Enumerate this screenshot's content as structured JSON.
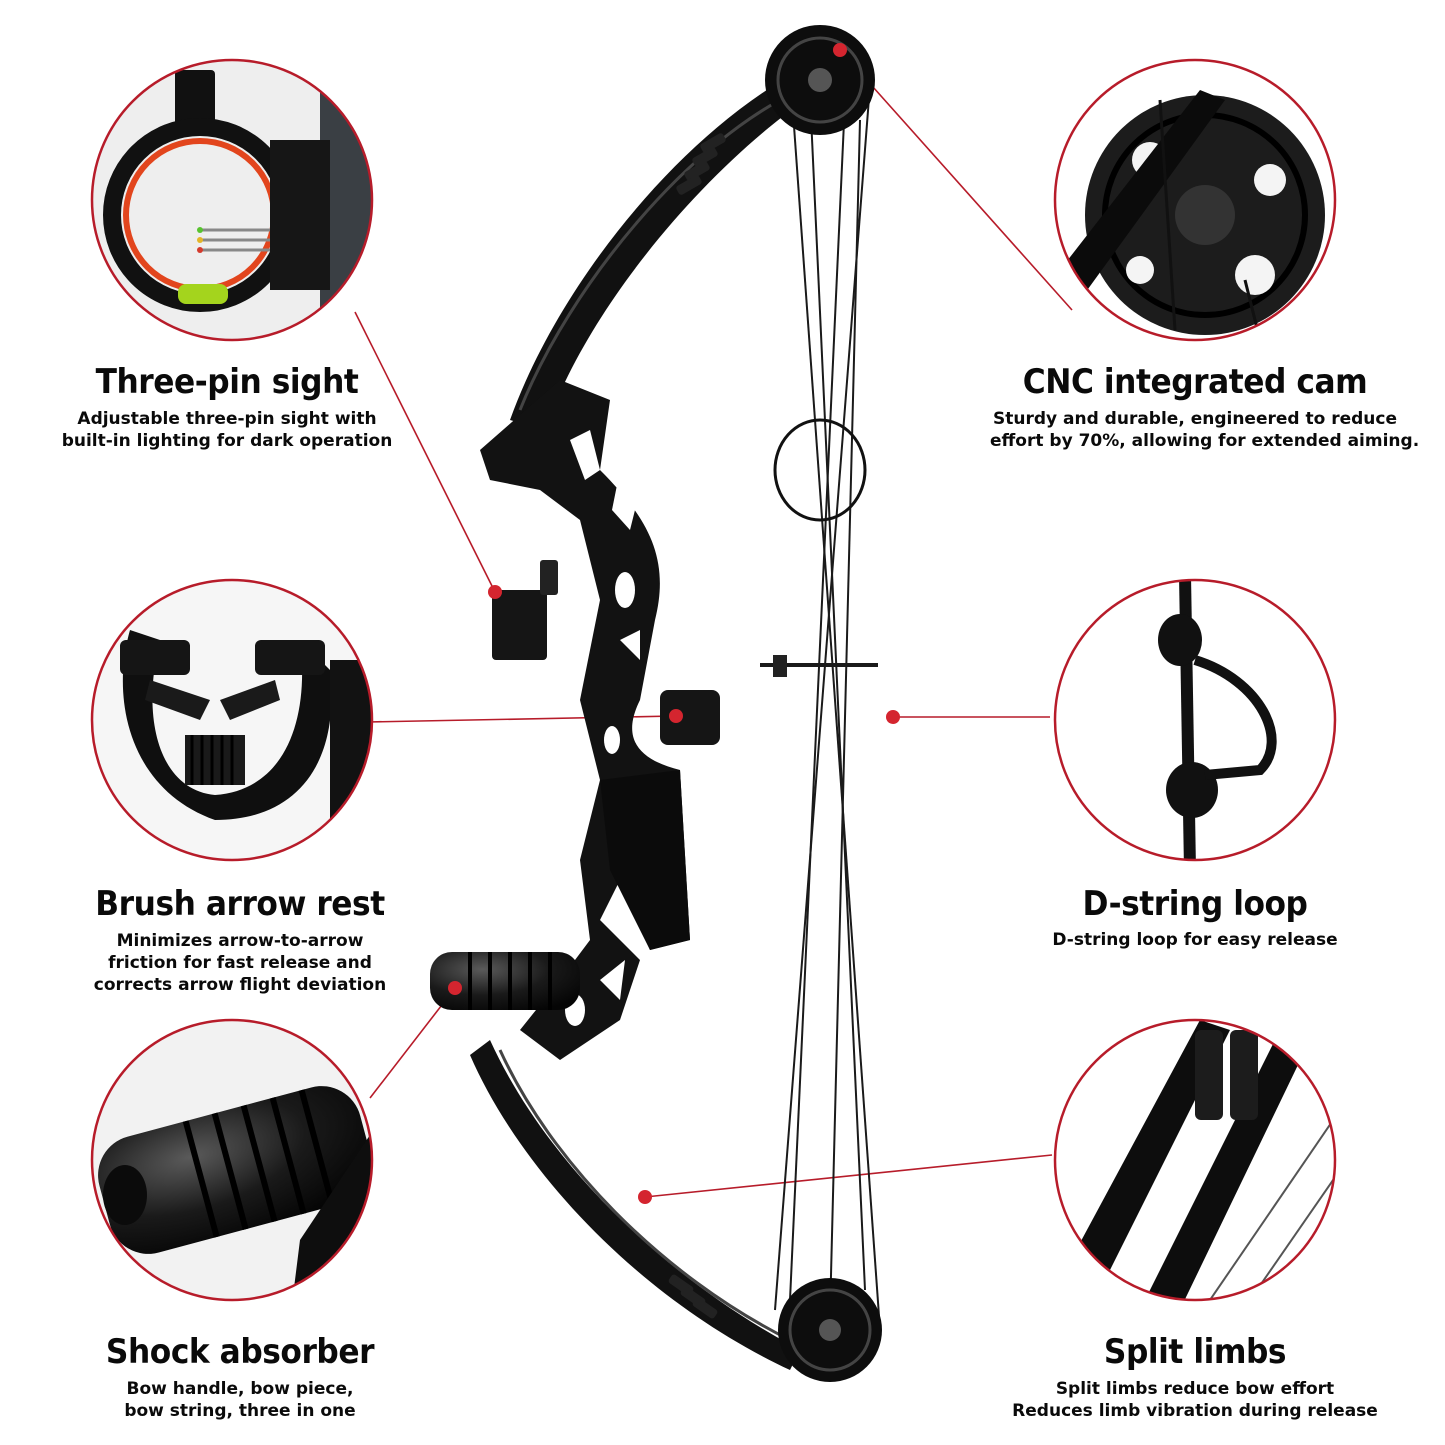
{
  "colors": {
    "accent_red": "#b71c2a",
    "callout_dot": "#d4252f",
    "bow_black": "#111111",
    "text": "#0a0a0a",
    "background": "#ffffff"
  },
  "features": {
    "sight": {
      "title": "Three-pin sight",
      "lines": [
        "Adjustable three-pin sight with",
        "built-in lighting for dark operation"
      ],
      "icon": "three-pin-sight-closeup"
    },
    "cam": {
      "title": "CNC integrated cam",
      "lines": [
        "Sturdy and durable, engineered to reduce",
        "effort by 70%, allowing for extended aiming."
      ],
      "icon": "cam-wheel-closeup"
    },
    "rest": {
      "title": "Brush arrow rest",
      "lines": [
        "Minimizes arrow-to-arrow",
        "friction for fast release and",
        "corrects arrow flight deviation"
      ],
      "icon": "brush-arrow-rest-closeup"
    },
    "dloop": {
      "title": "D-string loop",
      "lines": [
        "D-string loop for easy release"
      ],
      "icon": "d-loop-closeup"
    },
    "shock": {
      "title": "Shock absorber",
      "lines": [
        "Bow handle, bow piece,",
        "bow string, three in one"
      ],
      "icon": "stabilizer-closeup"
    },
    "limbs": {
      "title": "Split limbs",
      "lines": [
        "Split limbs reduce bow effort",
        "Reduces limb vibration during release"
      ],
      "icon": "split-limbs-closeup"
    }
  }
}
